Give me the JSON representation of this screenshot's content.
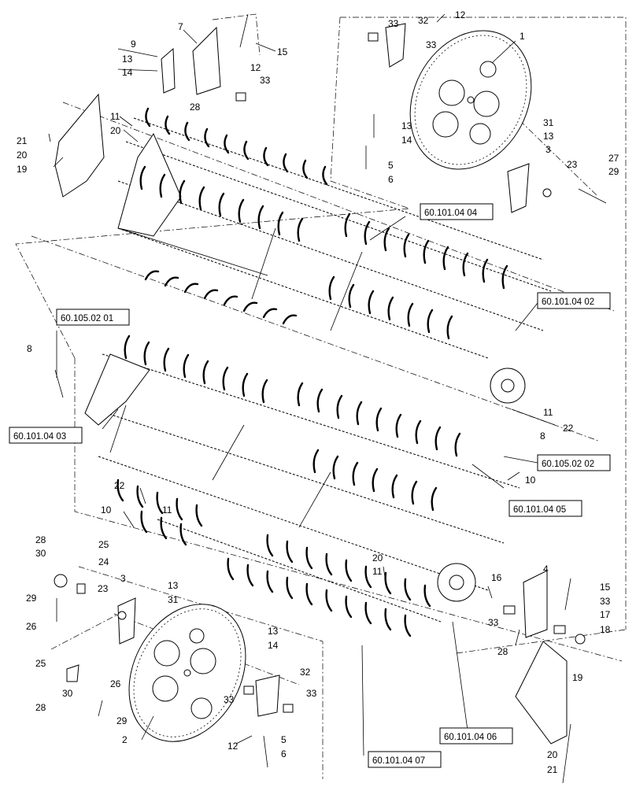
{
  "callouts": {
    "n1": "1",
    "n2": "2",
    "n3": "3",
    "n4": "4",
    "n5": "5",
    "n6": "6",
    "n7": "7",
    "n8": "8",
    "n9": "9",
    "n10": "10",
    "n11": "11",
    "n12": "12",
    "n13": "13",
    "n14": "14",
    "n15": "15",
    "n16": "16",
    "n17": "17",
    "n18": "18",
    "n19": "19",
    "n20": "20",
    "n21": "21",
    "n22": "22",
    "n23": "23",
    "n24": "24",
    "n25": "25",
    "n26": "26",
    "n27": "27",
    "n28": "28",
    "n29": "29",
    "n30": "30",
    "n31": "31",
    "n32": "32",
    "n33": "33"
  },
  "references": {
    "r_60_101_04_04": "60.101.04 04",
    "r_60_101_04_02": "60.101.04 02",
    "r_60_105_02_01": "60.105.02 01",
    "r_60_101_04_03": "60.101.04 03",
    "r_60_105_02_02": "60.105.02 02",
    "r_60_101_04_05": "60.101.04 05",
    "r_60_101_04_06": "60.101.04 06",
    "r_60_101_04_07": "60.101.04 07"
  }
}
